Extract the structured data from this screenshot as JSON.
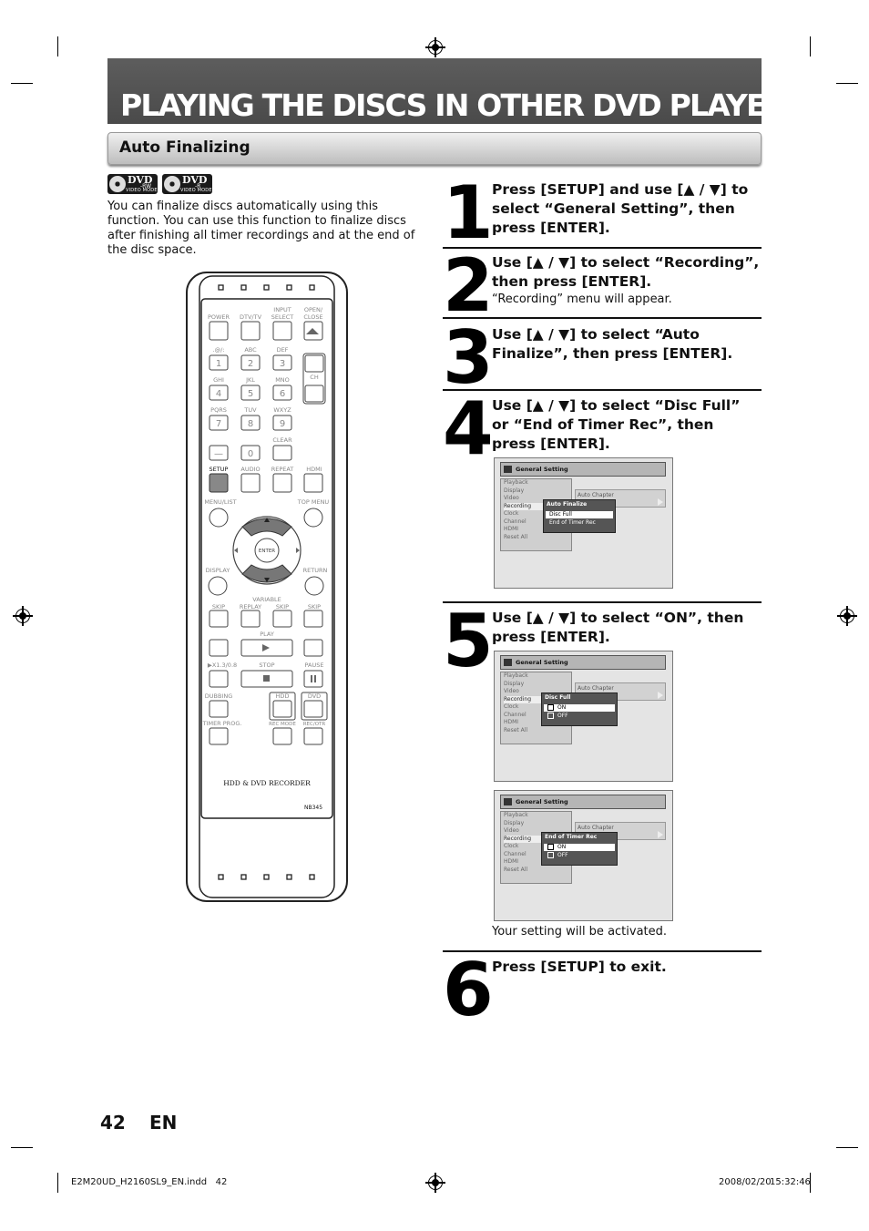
{
  "header": {
    "title": "PLAYING THE DISCS IN OTHER DVD PLAYERS"
  },
  "section": {
    "title": "Auto Finalizing"
  },
  "logos": [
    {
      "brand": "DVD",
      "format": "-RW",
      "mode": "VIDEO MODE"
    },
    {
      "brand": "DVD",
      "format": "-R",
      "mode": "VIDEO MODE"
    }
  ],
  "intro": "You can finalize discs automatically using this function. You can use this function to finalize discs after finishing all timer recordings and at the end of the disc space.",
  "steps": [
    {
      "num": "1",
      "text": "Press [SETUP] and use [▲ / ▼] to select “General Setting”, then press [ENTER]."
    },
    {
      "num": "2",
      "text": "Use [▲ / ▼] to select “Recording”, then press [ENTER].",
      "note": "“Recording” menu will appear."
    },
    {
      "num": "3",
      "text": "Use [▲ / ▼] to select “Auto Finalize”, then press [ENTER]."
    },
    {
      "num": "4",
      "text": "Use [▲ / ▼] to select “Disc Full” or “End of Timer Rec”, then press [ENTER]."
    },
    {
      "num": "5",
      "text": "Use [▲ / ▼] to select “ON”, then press [ENTER].",
      "note": "Your setting will be activated."
    },
    {
      "num": "6",
      "text": "Press [SETUP] to exit."
    }
  ],
  "screens": {
    "header": "General Setting",
    "menu": [
      "Playback",
      "Display",
      "Video",
      "Recording",
      "Clock",
      "Channel",
      "HDMI",
      "Reset All"
    ],
    "right_item": "Auto Chapter",
    "screen1": {
      "popup_title": "Auto Finalize",
      "options": [
        "Disc Full",
        "End of Timer Rec"
      ]
    },
    "screen2": {
      "popup_title": "Disc Full",
      "options": [
        "ON",
        "OFF"
      ]
    },
    "screen3": {
      "popup_title": "End of Timer Rec",
      "options": [
        "ON",
        "OFF"
      ]
    }
  },
  "remote": {
    "labels": {
      "power": "POWER",
      "dtv": "DTV/TV",
      "input1": "INPUT",
      "input2": "SELECT",
      "open1": "OPEN/",
      "open2": "CLOSE",
      "k1": ".@/:",
      "k2": "ABC",
      "k3": "DEF",
      "k4": "GHI",
      "k5": "JKL",
      "k6": "MNO",
      "ch": "CH",
      "k7": "PQRS",
      "k8": "TUV",
      "k9": "WXYZ",
      "clear": "CLEAR",
      "setup": "SETUP",
      "audio": "AUDIO",
      "repeat": "REPEAT",
      "hdmi": "HDMI",
      "menulist": "MENU/LIST",
      "topmenu": "TOP MENU",
      "enter": "ENTER",
      "display": "DISPLAY",
      "return": "RETURN",
      "variable": "VARIABLE",
      "skip": "SKIP",
      "replay": "REPLAY",
      "play": "PLAY",
      "speed": "▶X1.3/0.8",
      "stop": "STOP",
      "pause": "PAUSE",
      "dubbing": "DUBBING",
      "hdd": "HDD",
      "dvd": "DVD",
      "timer": "TIMER PROG.",
      "recmode": "REC MODE",
      "recotr": "REC/OTR",
      "product": "HDD & DVD RECORDER",
      "model": "NB345"
    },
    "digits": [
      "1",
      "2",
      "3",
      "4",
      "5",
      "6",
      "7",
      "8",
      "9",
      "0",
      "—"
    ]
  },
  "footer": {
    "page_number": "42",
    "lang": "EN",
    "file": "E2M20UD_H2160SL9_EN.indd   42",
    "date": "2008/02/20",
    "time": "15:32:46"
  }
}
